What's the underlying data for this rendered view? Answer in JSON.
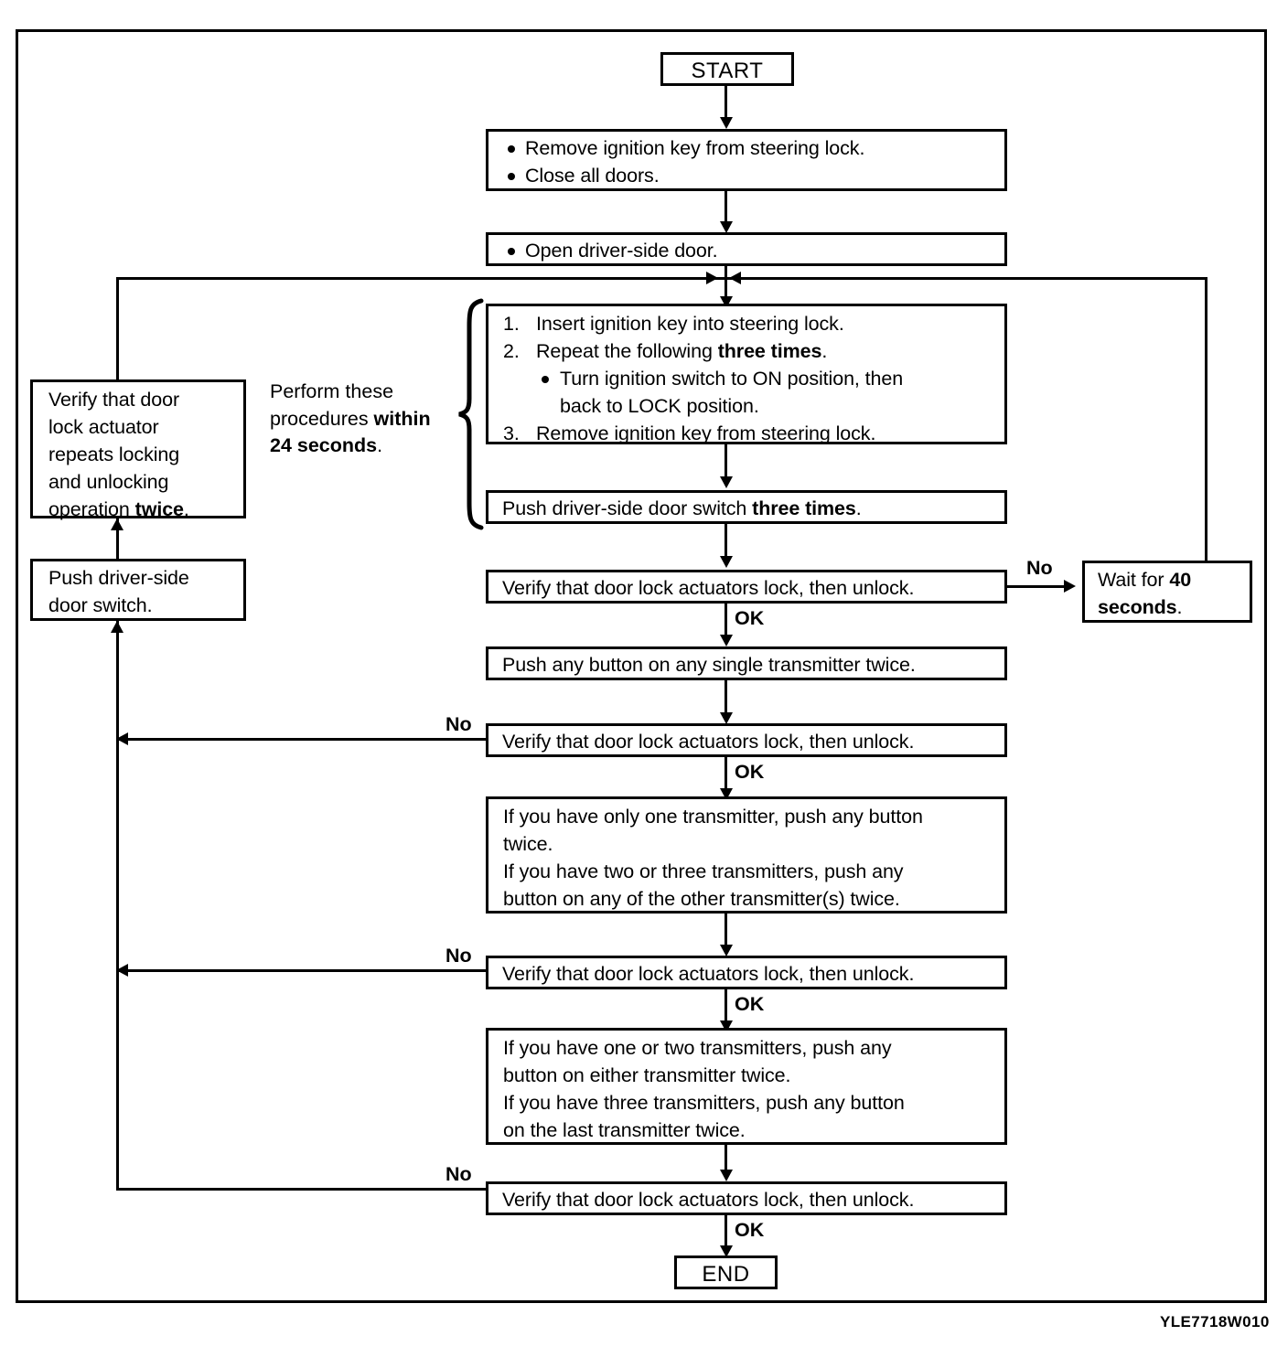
{
  "diagram": {
    "type": "flowchart",
    "title": "Keyless entry transmitter programming procedure",
    "reference_code": "YLE7718W010"
  },
  "nodes": {
    "start": {
      "label": "START"
    },
    "end": {
      "label": "END"
    },
    "step_prepare": {
      "bullets": [
        "Remove ignition key from steering lock.",
        "Close all doors."
      ]
    },
    "step_open_door": {
      "bullets": [
        "Open driver-side door."
      ]
    },
    "step_ignition_sequence": {
      "items": [
        {
          "num": "1.",
          "text": "Insert ignition key into steering lock."
        },
        {
          "num": "2.",
          "text_pre": "Repeat the following ",
          "text_bold": "three times",
          "text_post": ".",
          "sub": [
            "Turn ignition switch to ON position, then",
            "back to LOCK position."
          ]
        },
        {
          "num": "3.",
          "text": "Remove ignition key from steering lock."
        }
      ]
    },
    "step_push_switch_three": {
      "text_pre": "Push driver-side door switch ",
      "text_bold": "three times",
      "text_post": "."
    },
    "verify_1": {
      "text": "Verify that door lock actuators lock, then unlock."
    },
    "step_push_any_single": {
      "text": "Push any button on any single transmitter twice."
    },
    "verify_2": {
      "text": "Verify that door lock actuators lock, then unlock."
    },
    "step_other_transmitters": {
      "lines": [
        "If you have only one transmitter, push any button",
        "twice.",
        "If you have two or three transmitters, push any",
        "button on any of the other transmitter(s) twice."
      ]
    },
    "verify_3": {
      "text": "Verify that door lock actuators lock, then unlock."
    },
    "step_last_transmitter": {
      "lines": [
        "If you have one or two transmitters, push any",
        "button on either transmitter twice.",
        "If you have three transmitters, push any button",
        "on the last transmitter twice."
      ]
    },
    "verify_4": {
      "text": "Verify that door lock actuators lock, then unlock."
    },
    "wait_40": {
      "text_pre": "Wait for ",
      "text_bold": "40",
      "text_mid": "",
      "text_bold2": "seconds",
      "text_post": "."
    },
    "verify_actuator_repeats": {
      "lines": [
        "Verify that door",
        "lock actuator",
        "repeats locking",
        "and unlocking",
        "operation "
      ],
      "bold_tail": "twice",
      "tail_period": "."
    },
    "push_driver_switch": {
      "lines": [
        "Push driver-side",
        "door switch."
      ]
    }
  },
  "annotations": {
    "perform_within": {
      "line1": "Perform these",
      "line2_pre": "procedures ",
      "line2_bold": "within",
      "line3_bold": "24 seconds",
      "line3_post": "."
    },
    "ok_1": "OK",
    "ok_2": "OK",
    "ok_3": "OK",
    "ok_4": "OK",
    "no_1": "No",
    "no_2": "No",
    "no_3": "No",
    "no_4": "No"
  },
  "colors": {
    "ink": "#000000",
    "paper": "#ffffff"
  }
}
